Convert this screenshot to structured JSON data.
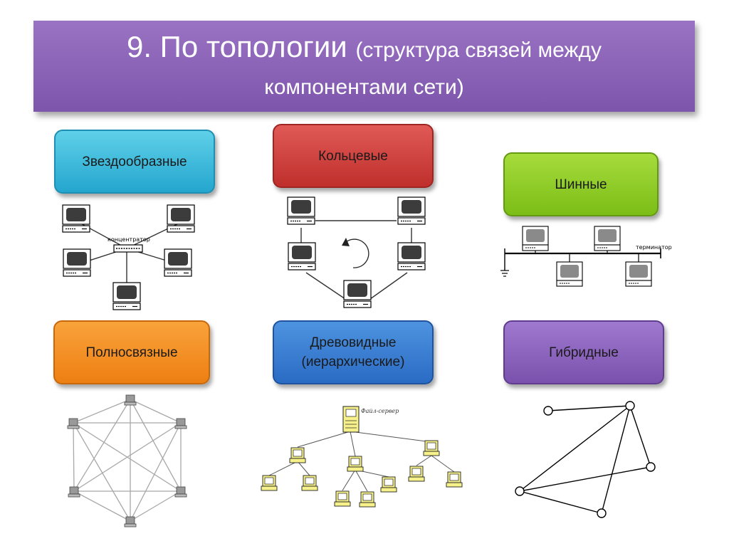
{
  "header": {
    "title_main": "9. По топологии",
    "title_sub": "(структура связей между",
    "title_line2": "компонентами сети)"
  },
  "boxes": {
    "star": "Звездообразные",
    "ring": "Кольцевые",
    "bus": "Шинные",
    "mesh": "Полносвязные",
    "tree_line1": "Древовидные",
    "tree_line2": "(иерархические)",
    "hybrid": "Гибридные"
  },
  "labels": {
    "hub": "концентратор",
    "terminator": "терминатор",
    "file_server": "Файл-сервер"
  },
  "colors": {
    "header": "#8a63b8",
    "star": "#2fb5dc",
    "ring": "#cd3d3a",
    "bus": "#8fcb27",
    "mesh": "#f28f1f",
    "tree": "#3a7fd5",
    "hybrid": "#8a63c0"
  }
}
